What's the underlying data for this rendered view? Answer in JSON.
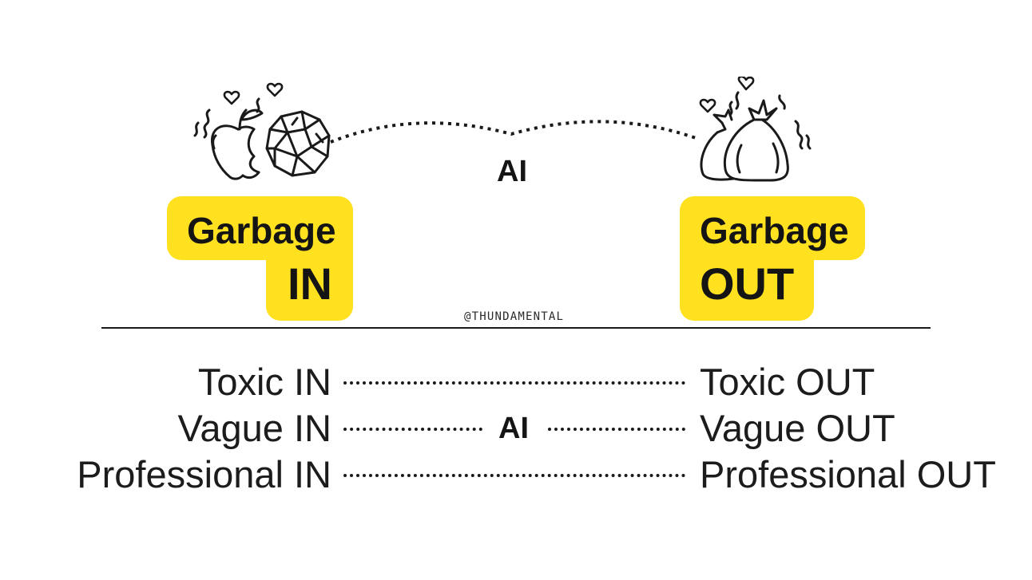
{
  "top": {
    "input_badge": {
      "line1": "Garbage",
      "line2": "IN"
    },
    "output_badge": {
      "line1": "Garbage",
      "line2": "OUT"
    },
    "middle_label": "AI",
    "watermark": "@THUNDAMENTAL",
    "input_icons": [
      "apple-core-icon",
      "crumpled-paper-icon"
    ],
    "output_icons": [
      "garbage-bags-icon"
    ]
  },
  "rows": [
    {
      "input": "Toxic IN",
      "output": "Toxic OUT"
    },
    {
      "input": "Vague IN",
      "output": "Vague OUT"
    },
    {
      "input": "Professional IN",
      "output": "Professional OUT"
    }
  ],
  "rows_middle_label": "AI",
  "colors": {
    "badge": "#FFE11F",
    "ink": "#1A1A1A",
    "background": "#FFFFFF"
  }
}
